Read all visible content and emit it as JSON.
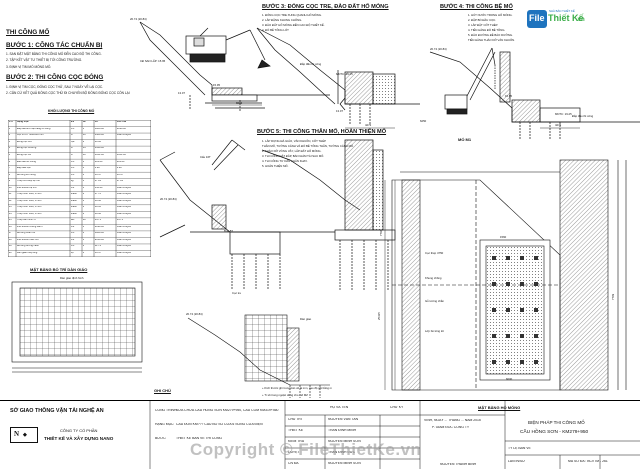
{
  "watermark": "Copyright © FileThietKe.vn",
  "logo": {
    "brand_file": "File",
    "brand_tk": "Thiết Kế",
    "brand_vn": ".vn",
    "tagline": "NHÀ BÁN THIẾT KẾ"
  },
  "steps": {
    "title_main": "THI CÔNG MỐ",
    "b1": {
      "title": "BƯỚC 1: CÔNG TÁC CHUẨN BỊ",
      "lines": [
        "1. SAN ĐẶT MẶT BẰNG THI CÔNG MỐ ĐẾN CAO ĐỘ THI CÔNG.",
        "2. TẬP KẾT VẬT TƯ THIẾT BỊ TỚI CÔNG TRƯỜNG.",
        "3. ĐỊNH VỊ TIM MỐ MÓNG MỐ."
      ]
    },
    "b2": {
      "title": "BƯỚC 2: THI CÔNG CỌC ĐÓNG",
      "lines": [
        "1. ĐỊNH VỊ TIM CỌC, ĐÓNG CỌC THỬ, SAU 7 NGÀY VỀ LẠI CỌC.",
        "2. CĂN CỨ KẾT QUẢ ĐÓNG CỌC THỬ ĐI CHUYỂN BỘ ĐÓNG ĐÓNG CỌC CÒN LẠI"
      ]
    },
    "b3": {
      "title": "BƯỚC 3: ĐÓNG CỌC TRE, ĐÀO ĐẤT HỐ MÓNG",
      "lines": [
        "1. ĐÓNG CỌC TRE XUNG QUANH HỐ MÓNG.",
        "2. LẮP ĐẶNG KHUNG CHỐNG.",
        "3. ĐÀO ĐẤT HỐ MÓNG ĐẾN CAO ĐỘ THIẾT KẾ.",
        "4. ĐỔ BÊ TÔNG LÓT"
      ]
    },
    "b4": {
      "title": "BƯỚC 4: THI CÔNG BỆ MỐ",
      "lines": [
        "1. HÚT NƯỚC TRONG HỐ MÓNG.",
        "2. ĐẬP BỎ ĐẦU CỌC.",
        "3. LẮP ĐẶT CỐT THÉP.",
        "4. TIẾN HÀNH ĐỔ BÊ TÔNG.",
        "5. ĐÀO ĐƯỜNG ĐỂ BẢO DƯỠNG.",
        "TIẾN HÀNH THÁO DỠ VÁN KHUÔN."
      ]
    },
    "b5": {
      "title": "BƯỚC 5: THI CÔNG THÂN MỐ, HOÀN THIỆN MỐ",
      "lines": [
        "1. LẮP DỰNG ĐÀ GIÁO, VÁN KHUÔN, CỐT THÉP",
        "THÂN MỐ, TƯỜNG CÁNH VÀ ĐỔ BÊ TÔNG THÂN, TƯỜNG CÁNH MỐ.",
        "2. THÁO DỠ VÒNG VÂY, LẤP ĐẤT HỐ MÓNG.",
        "3. THI CÔNG ĐẤT ĐẮP, BẢN GIẢM TẢI SAU MỐ.",
        "4. THI CÔNG TƯ DÂN CHẮN KHAY.",
        "5. HOÀN THIỆN MỐ."
      ]
    }
  },
  "labels": {
    "cd_san_lap": "CĐ SAN LẤP: 15.95",
    "dap_dau": "Đắp đầu thi công",
    "mntc": "MNTC: 19.25",
    "mntc2": "MNTC: 19.25",
    "mo_m1": "MỐ M1",
    "cau_16t": "Cẩu 16T",
    "bua_tb": "Búa 8T",
    "dap_dau2": "Đắp đầu thi công",
    "mb_da_giao": "MẶT BẰNG BỐ TRÍ DÀN GIÁO",
    "mb_ho_mong": "MẶT BẰNG HỐ MÓNG",
    "ghi_chu": "GHI CHÚ",
    "note1": "+ Kích thước ghi trong bản vẽ là mm, cao độ ghi bằng m",
    "note2": "+ Tí số trong ngoặc dùng cho mố MZ",
    "dan_giao_dinh_hinh": "Dàn giáo định hình",
    "mui_ten": "20.74 (20.84)",
    "elev_1": "20.74 (20.84)",
    "elev_2": "20.74 (20.84)",
    "elev_3": "20.74 (20.84)",
    "dim_8000": "8000",
    "dim_4272": "4272",
    "dim_6250": "6250",
    "dim_13_07": "13.07",
    "dim_13_07b": "13.07",
    "elev_15_95": "15.95",
    "elev_15_95b": "15.95",
    "dim_7706": "7706",
    "dim_25415": "25415",
    "dim_7709": "7709",
    "dim_1560": "1560",
    "dim_6000": "6000",
    "dim_4272b": "4272",
    "cuc_thep": "Cọc thép 4750",
    "go_tuong": "Gỗ tường chắn",
    "khung_chong": "Khung chống",
    "lot": "Lớp bê tông lót",
    "dan_giao": "Dàn giáo",
    "cuc_tre": "Cọc tre"
  },
  "table": {
    "title": "KHỐI LƯỢNG THI CÔNG MỐ",
    "headers": [
      "STT",
      "Hạng mục",
      "ĐV",
      "SL",
      "KL",
      "Ghi chú"
    ],
    "rows": [
      [
        "1",
        "Đắp đất lưu mặt bằng thi công",
        "m3",
        "1",
        "3086.60",
        "2096.60"
      ],
      [
        "2",
        "Cọc BTCT 300x300 mm",
        "m",
        "46",
        "1380.00",
        "Luân chuyển"
      ],
      [
        "3",
        "Đóng cọc thử",
        "cọc",
        "2",
        "60.00",
        ""
      ],
      [
        "4",
        "Đóng cọc thường",
        "m",
        "44",
        "1320.00",
        ""
      ],
      [
        "5",
        "Đóng cọc tre",
        "m",
        "18",
        "1651.00",
        "1651.00"
      ],
      [
        "6",
        "Đào đất hố móng",
        "m3",
        "1",
        "291.60",
        "291.60"
      ],
      [
        "7",
        "Đập đầu cọc",
        "m3",
        "1",
        "8.28",
        "8.28"
      ],
      [
        "8",
        "Bê tông lót móng",
        "m3",
        "1",
        "36.47",
        "36.47"
      ],
      [
        "9",
        "Thép cốt thép bệ mố",
        "kg",
        "1",
        "87.81",
        "87.81"
      ],
      [
        "10",
        "Ván khuôn bệ mố",
        "m2",
        "1",
        "156.20",
        "Luân chuyển"
      ],
      [
        "11",
        "Thép hình I200, L=6m",
        "thanh",
        "8",
        "17.70",
        "Luân chuyển"
      ],
      [
        "12",
        "Thép hình I200, L=8m",
        "thanh",
        "8",
        "18.60",
        "Luân chuyển"
      ],
      [
        "13",
        "Thép hình I200, L=6m",
        "thanh",
        "8",
        "18.10",
        "Luân chuyển"
      ],
      [
        "14",
        "Thép hình I200, L=8m",
        "thanh",
        "8",
        "18.60",
        "Luân chuyển"
      ],
      [
        "15",
        "Thép bản hình IV",
        "tấn",
        "18",
        "14.71",
        "14.71"
      ],
      [
        "16",
        "Ván khuôn tường cánh",
        "m2",
        "1",
        "2090.00",
        "Luân chuyển"
      ],
      [
        "17",
        "Bê tông thân mố",
        "m3",
        "1",
        "4960.00",
        "Luân chuyển"
      ],
      [
        "18",
        "Ván khuôn thân mố",
        "m2",
        "1",
        "9610.00",
        "Luân chuyển"
      ],
      [
        "19",
        "Bê tông tường cánh",
        "m3",
        "1",
        "11.79",
        "Luân chuyển"
      ],
      [
        "20",
        "Dàn giáo thép ống",
        "bộ",
        "1",
        "36.47",
        "Luân chuyển"
      ]
    ]
  },
  "titleblock": {
    "agency": "SỞ GIAO THÔNG VẬN TẢI NGHỆ AN",
    "company_1": "CÔNG TY CỔ PHẦN",
    "company_2": "THIẾT KẾ VÀ XÂY DỰNG NANO",
    "project_label": "CÔNG TRÌNH:",
    "project": "SỬA CHỮA CẦU HỒNG SƠN KM279+950, CẦU CỐM KM319+460",
    "item_label": "HẠNG MỤC:",
    "item": "CẦU ĐÒN KM??? CẦU BỎ SỐ CỬA 6 SÔNG CỬA ĐIỆN",
    "phase_label": "BƯỚC:",
    "phase": "THIẾT KẾ BẢN VẼ THI CÔNG",
    "roles_header": [
      "",
      "HỌ VÀ TÊN",
      "CHỮ KÝ"
    ],
    "roles": [
      {
        "role": "CHỦ TRÌ",
        "name": "NGUYỄN VĂN TÂN"
      },
      {
        "role": "THIẾT KẾ",
        "name": "TRẦN ĐÌNH MINH"
      },
      {
        "role": "KIỂM TRA",
        "name": "NGUYỄN MINH SƠN"
      },
      {
        "role": "DUYỆT",
        "name": "TRẦN ĐÌNH ĐỨC"
      },
      {
        "role": "CN ĐA",
        "name": "NGUYỄN MINH SƠN"
      }
    ],
    "date": "VINH, NGÀY ... THÁNG ... NĂM 2015",
    "director": "P. GIÁM ĐỐC CÔNG TY",
    "signer": "NGUYỄN THANH BÌNH",
    "drawing_title_1": "BIỆN PHÁP THI CÔNG MỐ",
    "drawing_title_2": "CẦU HỒNG SƠN - KM279+950",
    "scale_label": "TỶ LỆ BẢN VẼ",
    "scale": "",
    "sheet_no": "LẦN IN/SỬ",
    "code": "MÃ SỐ ĐA : BCVTM - 261"
  },
  "colors": {
    "line": "#111111",
    "dim": "#333333",
    "hatch": "#555555",
    "logo_blue": "#1e73be",
    "logo_green": "#3cae49"
  }
}
